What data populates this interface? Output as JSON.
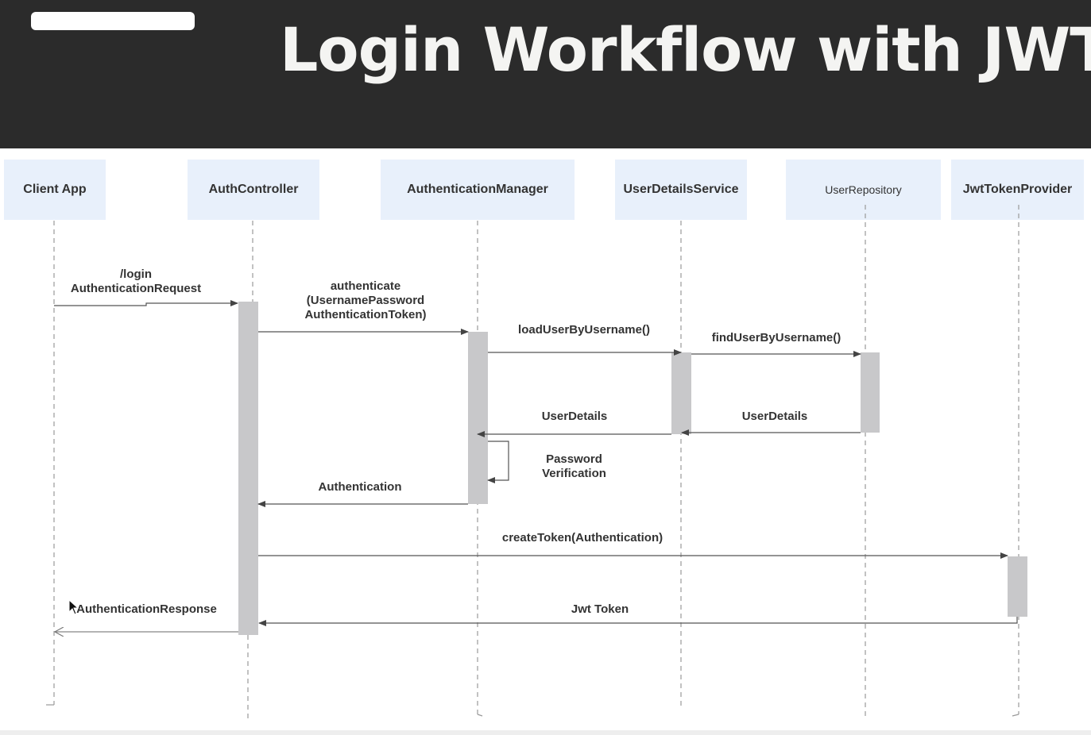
{
  "header": {
    "title": "Login Workflow with JWT"
  },
  "colors": {
    "header_bg": "#2b2b2b",
    "actor_bg": "#e8f0fb",
    "activation": "#c8c8ca",
    "line": "#555555"
  },
  "participants": [
    {
      "id": "client",
      "label": "Client App"
    },
    {
      "id": "auth_controller",
      "label": "AuthController"
    },
    {
      "id": "auth_manager",
      "label": "AuthenticationManager"
    },
    {
      "id": "user_details_service",
      "label": "UserDetailsService"
    },
    {
      "id": "user_repository",
      "label": "UserRepository"
    },
    {
      "id": "jwt_token_provider",
      "label": "JwtTokenProvider"
    }
  ],
  "messages": [
    {
      "from": "client",
      "to": "auth_controller",
      "label": "/login\nAuthenticationRequest",
      "kind": "call"
    },
    {
      "from": "auth_controller",
      "to": "auth_manager",
      "label": "authenticate\n(UsernamePassword\nAuthenticationToken)",
      "kind": "call"
    },
    {
      "from": "auth_manager",
      "to": "user_details_service",
      "label": "loadUserByUsername()",
      "kind": "call"
    },
    {
      "from": "user_details_service",
      "to": "user_repository",
      "label": "findUserByUsername()",
      "kind": "call"
    },
    {
      "from": "user_repository",
      "to": "user_details_service",
      "label": "UserDetails",
      "kind": "return"
    },
    {
      "from": "user_details_service",
      "to": "auth_manager",
      "label": "UserDetails",
      "kind": "return"
    },
    {
      "from": "auth_manager",
      "to": "auth_manager",
      "label": "Password\nVerification",
      "kind": "self"
    },
    {
      "from": "auth_manager",
      "to": "auth_controller",
      "label": "Authentication",
      "kind": "return"
    },
    {
      "from": "auth_controller",
      "to": "jwt_token_provider",
      "label": "createToken(Authentication)",
      "kind": "call"
    },
    {
      "from": "jwt_token_provider",
      "to": "auth_controller",
      "label": "Jwt Token",
      "kind": "return"
    },
    {
      "from": "auth_controller",
      "to": "client",
      "label": "AuthenticationResponse",
      "kind": "return"
    }
  ],
  "icons": {
    "pointer": "mouse-pointer-icon"
  }
}
